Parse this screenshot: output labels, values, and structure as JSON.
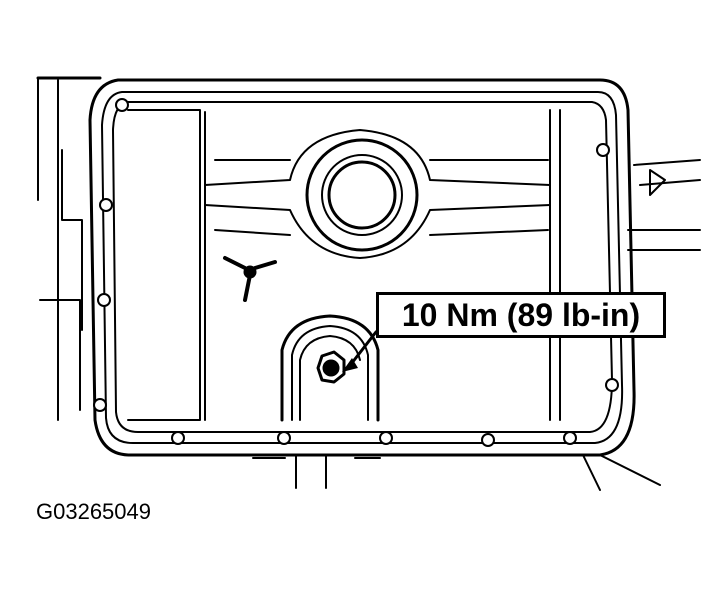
{
  "figure": {
    "callout_label": "10 Nm (89 lb-in)",
    "figure_id": "G03265049",
    "subject": "oil-pan-drain-plug-torque",
    "colors": {
      "line": "#000000",
      "background": "#ffffff"
    }
  }
}
